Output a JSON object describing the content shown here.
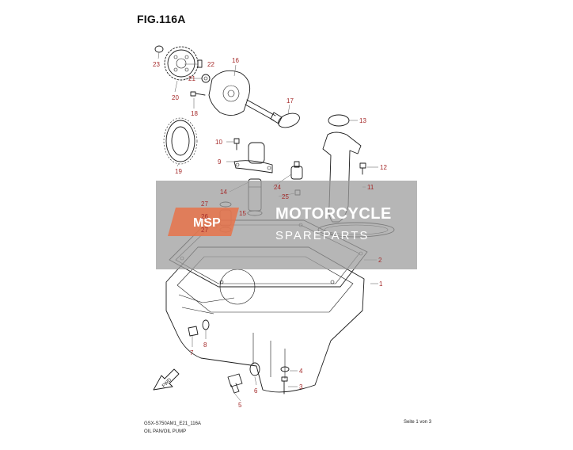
{
  "title": "FIG.116A",
  "watermark": {
    "line1": "MOTORCYCLE",
    "line2": "SPAREPARTS",
    "accent": "#e8734a"
  },
  "footer": {
    "code": "GSX-S750AM1_E21_116A",
    "caption": "OIL PAN/OIL PUMP",
    "page": "Seite 1 von 3"
  },
  "labels": {
    "p1": "1",
    "p2": "2",
    "p3": "3",
    "p4": "4",
    "p5": "5",
    "p6": "6",
    "p7": "7",
    "p8": "8",
    "p9": "9",
    "p10": "10",
    "p11": "11",
    "p12": "12",
    "p13": "13",
    "p14": "14",
    "p15": "15",
    "p16": "16",
    "p17": "17",
    "p18": "18",
    "p19": "19",
    "p20": "20",
    "p21": "21",
    "p22": "22",
    "p23": "23",
    "p24": "24",
    "p25": "25",
    "p26": "26",
    "p27a": "27",
    "p27b": "27"
  },
  "fwd": "FWD",
  "colors": {
    "label": "#a52a2a",
    "line": "#1a1a1a",
    "watermark_bg": "#9e9e9e"
  }
}
